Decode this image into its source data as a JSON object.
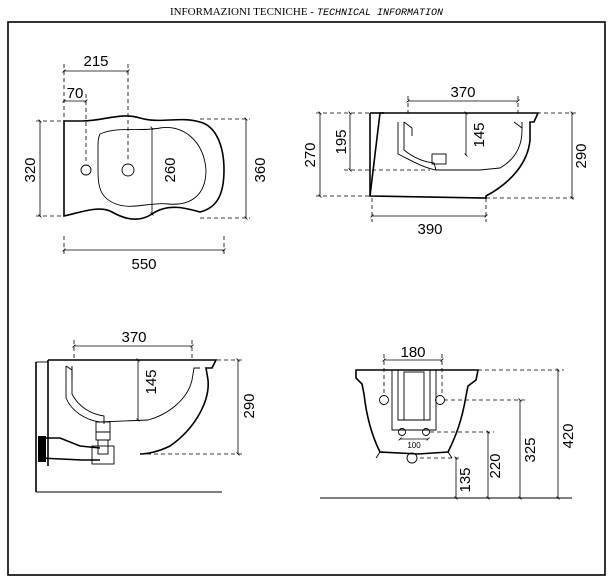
{
  "header": {
    "title_it": "INFORMAZIONI TECNICHE -",
    "title_en": "TECHNICAL INFORMATION"
  },
  "top_view": {
    "width_215": "215",
    "offset_70": "70",
    "height_320": "320",
    "depth_260": "260",
    "depth_360": "360",
    "length_550": "550"
  },
  "side_view": {
    "width_370": "370",
    "height_195": "195",
    "height_270": "270",
    "height_145": "145",
    "height_290": "290",
    "length_390": "390"
  },
  "section_view": {
    "width_370": "370",
    "height_145": "145",
    "height_290": "290"
  },
  "rear_view": {
    "width_180": "180",
    "width_100": "100",
    "height_135": "135",
    "height_220": "220",
    "height_325": "325",
    "height_420": "420"
  }
}
